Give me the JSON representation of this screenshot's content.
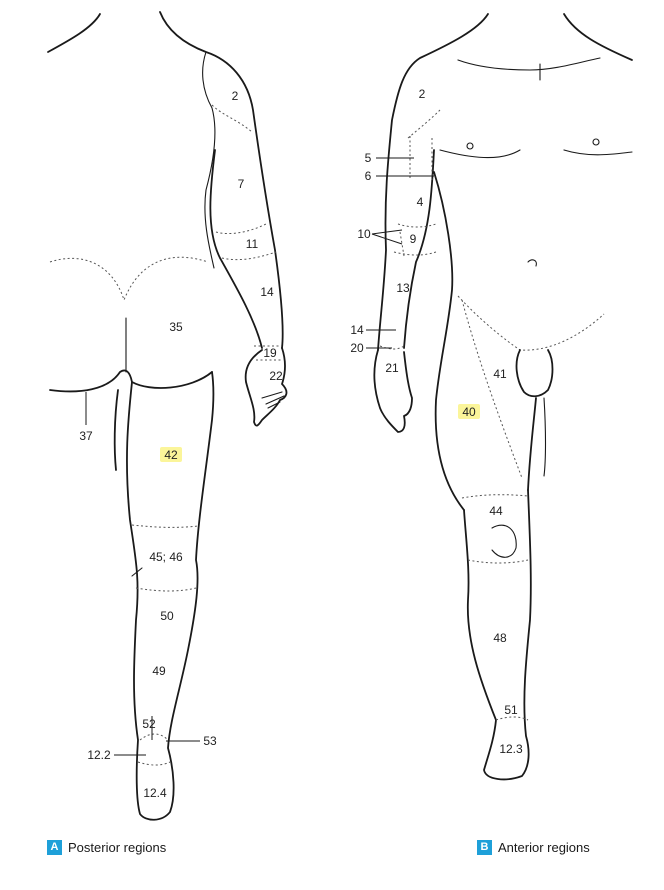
{
  "accent_color": "#1ea0d9",
  "highlight_color": "#fbf59a",
  "captions": {
    "posterior": {
      "letter": "A",
      "text": "Posterior regions"
    },
    "anterior": {
      "letter": "B",
      "text": "Anterior regions"
    }
  },
  "posterior_labels": {
    "l2": "2",
    "l7": "7",
    "l11": "11",
    "l14": "14",
    "l19": "19",
    "l22": "22",
    "l35": "35",
    "l37": "37",
    "l42": "42",
    "l45_46": "45; 46",
    "l50": "50",
    "l49": "49",
    "l52": "52",
    "l53": "53",
    "l12_2": "12.2",
    "l12_4": "12.4"
  },
  "anterior_labels": {
    "l2": "2",
    "l5": "5",
    "l6": "6",
    "l4": "4",
    "l10": "10",
    "l9": "9",
    "l13": "13",
    "l14": "14",
    "l20": "20",
    "l21": "21",
    "l41": "41",
    "l40": "40",
    "l44": "44",
    "l48": "48",
    "l51": "51",
    "l12_3": "12.3"
  },
  "highlighted_labels": [
    "42",
    "40"
  ]
}
